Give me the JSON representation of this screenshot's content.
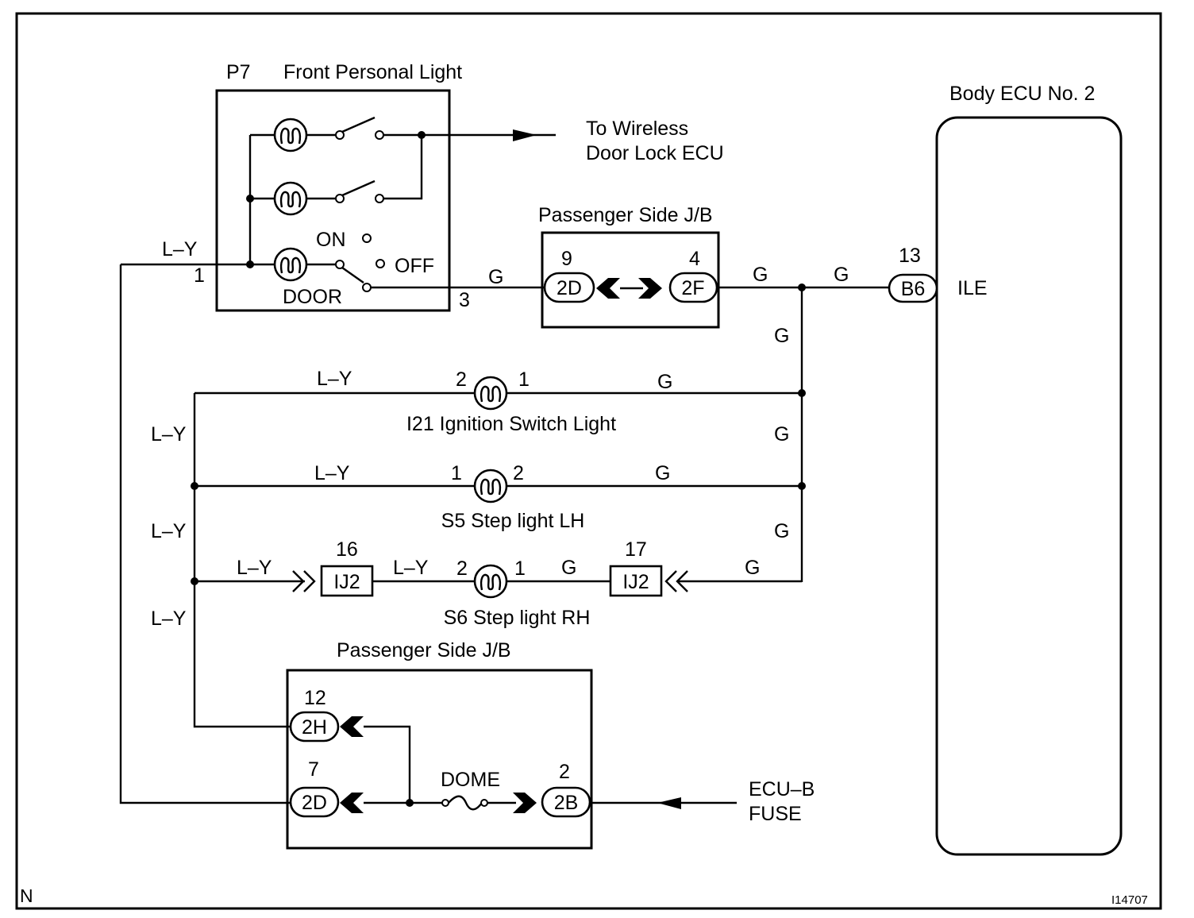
{
  "diagram": {
    "frame_code": "N",
    "figure_id": "I14707",
    "front_light": {
      "id": "P7",
      "title": "Front Personal Light",
      "on": "ON",
      "off": "OFF",
      "door": "DOOR",
      "pin1": "1",
      "pin3": "3"
    },
    "wireless": {
      "line1": "To Wireless",
      "line2": "Door Lock ECU"
    },
    "jb_top": {
      "title": "Passenger Side J/B",
      "left_pin": "9",
      "left_conn": "2D",
      "right_pin": "4",
      "right_conn": "2F"
    },
    "ecu": {
      "title": "Body ECU No. 2",
      "pin": "13",
      "conn": "B6",
      "terminal": "ILE"
    },
    "ignition_light": {
      "label": "I21 Ignition Switch Light",
      "pin_left": "2",
      "pin_right": "1"
    },
    "step_lh": {
      "label": "S5 Step light LH",
      "pin_left": "1",
      "pin_right": "2"
    },
    "step_rh": {
      "label": "S6 Step light RH",
      "pin_left": "2",
      "pin_right": "1",
      "conn_left_num": "16",
      "conn_left": "IJ2",
      "conn_right_num": "17",
      "conn_right": "IJ2"
    },
    "jb_bottom": {
      "title": "Passenger Side J/B",
      "top_pin": "12",
      "top_conn": "2H",
      "bottom_pin": "7",
      "bottom_conn": "2D",
      "fuse": "DOME",
      "right_pin": "2",
      "right_conn": "2B"
    },
    "supply": {
      "line1": "ECU–B",
      "line2": "FUSE"
    },
    "wires": {
      "ly": "L–Y",
      "g": "G"
    }
  }
}
